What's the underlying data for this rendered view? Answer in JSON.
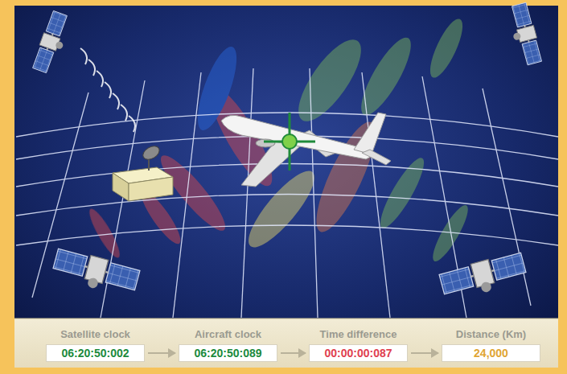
{
  "diagram": {
    "nodes": [
      {
        "text": [
          "Satellite clock",
          "06:20:50:002"
        ]
      },
      {
        "text": [
          "Aircraft clock",
          "06:20:50:089"
        ]
      },
      {
        "text": [
          "Time difference",
          "00:00:00:087"
        ]
      },
      {
        "text": [
          "Distance (Km)",
          "24,000"
        ]
      }
    ],
    "edges": [
      {
        "from": 0,
        "to": 1,
        "arrow": "to"
      },
      {
        "from": 1,
        "to": 2,
        "arrow": "to"
      },
      {
        "from": 2,
        "to": 3,
        "arrow": "to"
      }
    ]
  }
}
